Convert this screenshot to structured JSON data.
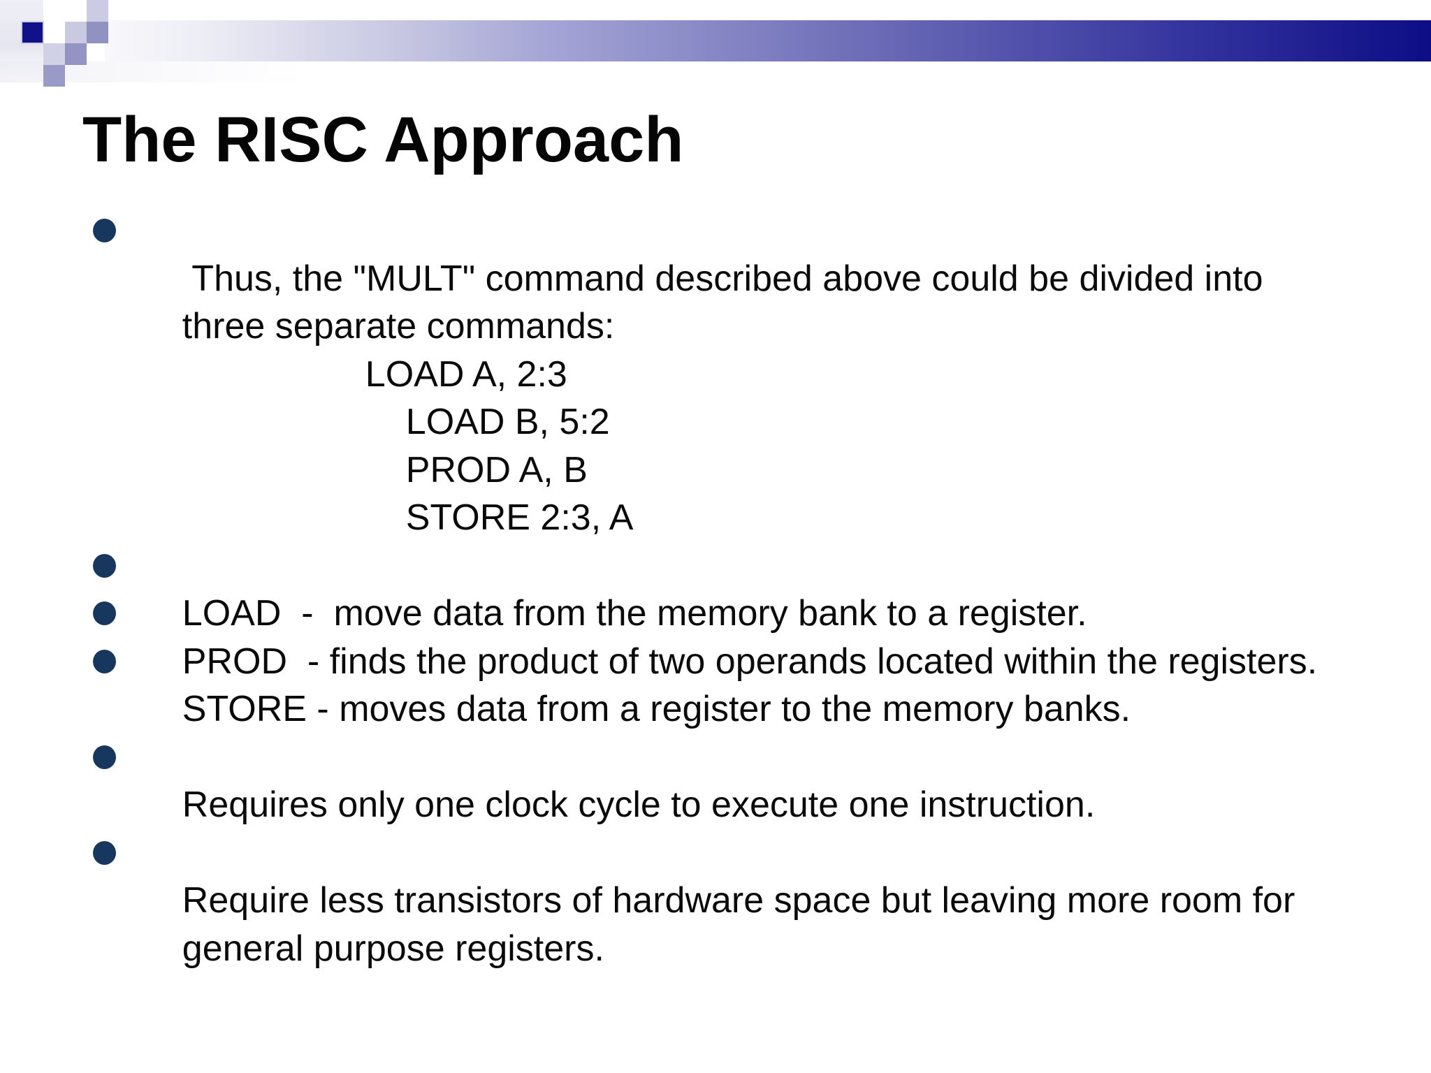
{
  "slide": {
    "title": "The RISC Approach",
    "colors": {
      "bullet": "#17375e",
      "bar_gradient_start": "#f8f8fb",
      "bar_gradient_end": "#0d0d86",
      "navy_square": "#11118a",
      "text": "#0a0a0a"
    },
    "content": {
      "lines": [
        {
          "text": " Thus, the \"MULT\" command described above could be divided into"
        },
        {
          "text": "three separate commands:"
        },
        {
          "text": "LOAD A, 2:3"
        },
        {
          "text": "LOAD B, 5:2"
        },
        {
          "text": "PROD A, B"
        },
        {
          "text": "STORE 2:3, A"
        },
        {
          "text": ""
        },
        {
          "text": "LOAD  -  move data from the memory bank to a register."
        },
        {
          "text": "PROD  - finds the product of two operands located within the registers."
        },
        {
          "text": "STORE - moves data from a register to the memory banks."
        },
        {
          "text": ""
        },
        {
          "text": "Requires only one clock cycle to execute one instruction."
        },
        {
          "text": ""
        },
        {
          "text": "Require less transistors of hardware space but leaving more room for"
        },
        {
          "text": "general purpose registers."
        }
      ]
    }
  }
}
